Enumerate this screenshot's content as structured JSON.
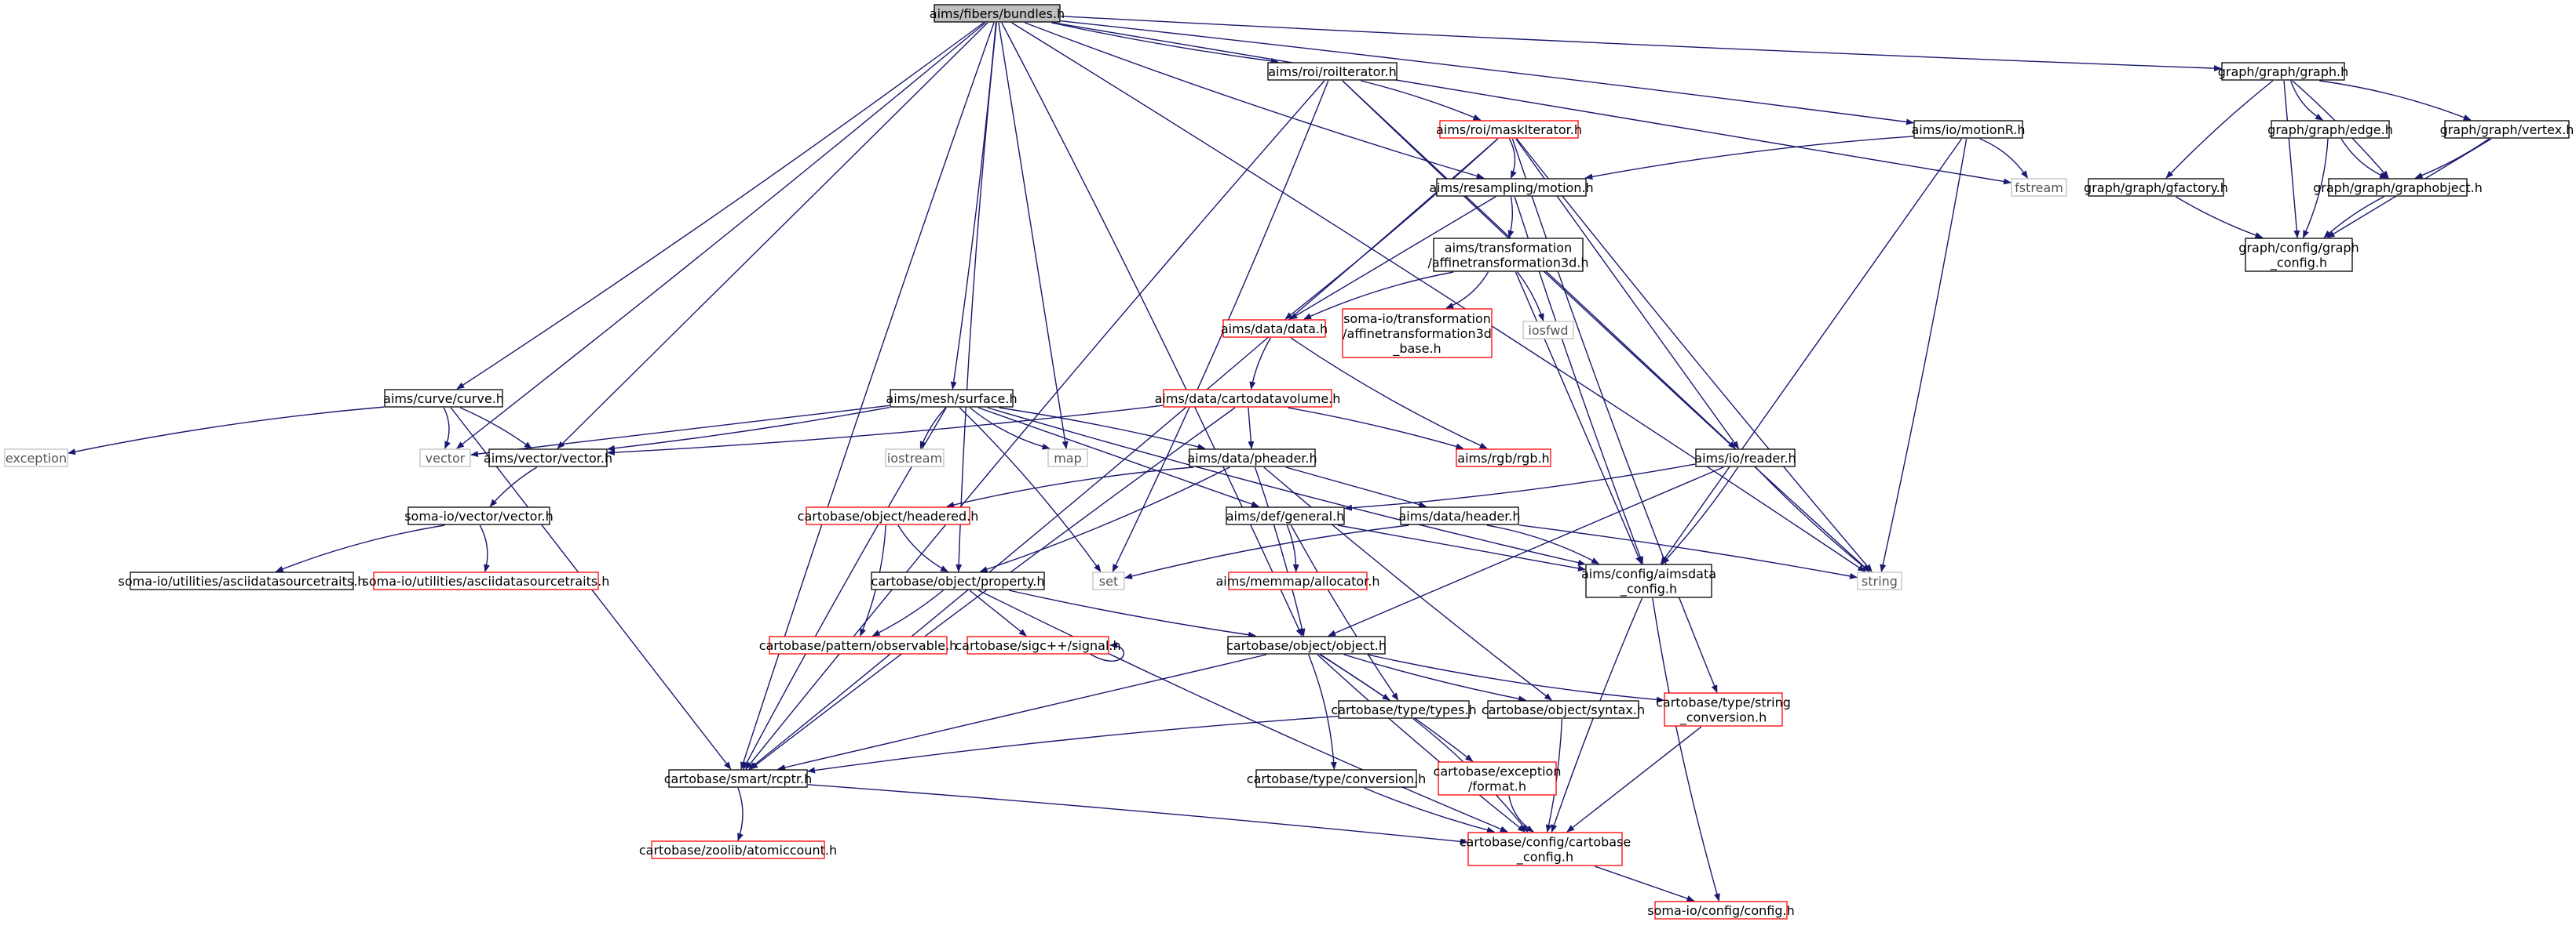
{
  "diagram": {
    "type": "include-dependency-graph",
    "colors": {
      "node_border": "#000000",
      "node_border_red": "#ff0000",
      "node_border_gray": "#bfbfbf",
      "root_fill": "#bfbfbf",
      "node_fill": "#ffffff",
      "edge": "#191970"
    },
    "nodes": [
      {
        "id": "bundles",
        "label": "aims/fibers/bundles.h",
        "style": "root"
      },
      {
        "id": "curve",
        "label": "aims/curve/curve.h",
        "style": "black"
      },
      {
        "id": "exception",
        "label": "exception",
        "style": "gray"
      },
      {
        "id": "vector",
        "label": "vector",
        "style": "gray"
      },
      {
        "id": "vectorh",
        "label": "aims/vector/vector.h",
        "style": "black"
      },
      {
        "id": "somavec",
        "label": "soma-io/vector/vector.h",
        "style": "black"
      },
      {
        "id": "ascii1",
        "label": "soma-io/utilities/asciidatasourcetraits.h",
        "style": "black"
      },
      {
        "id": "ascii2",
        "label": "soma-io/utilities/asciidatasourcetraits.h",
        "style": "red"
      },
      {
        "id": "surface",
        "label": "aims/mesh/surface.h",
        "style": "black"
      },
      {
        "id": "iostream",
        "label": "iostream",
        "style": "gray"
      },
      {
        "id": "map",
        "label": "map",
        "style": "gray"
      },
      {
        "id": "roiiter",
        "label": "aims/roi/roiIterator.h",
        "style": "black"
      },
      {
        "id": "maskiter",
        "label": "aims/roi/maskIterator.h",
        "style": "red"
      },
      {
        "id": "motion",
        "label": "aims/resampling/motion.h",
        "style": "black"
      },
      {
        "id": "affine",
        "label": [
          "aims/transformation",
          "/affinetransformation3d.h"
        ],
        "style": "black"
      },
      {
        "id": "somaaffine",
        "label": [
          "soma-io/transformation",
          "/affinetransformation3d",
          "_base.h"
        ],
        "style": "red"
      },
      {
        "id": "iosfwd",
        "label": "iosfwd",
        "style": "gray"
      },
      {
        "id": "data",
        "label": "aims/data/data.h",
        "style": "red"
      },
      {
        "id": "cartovol",
        "label": "aims/data/cartodatavolume.h",
        "style": "red"
      },
      {
        "id": "rgb",
        "label": "aims/rgb/rgb.h",
        "style": "red"
      },
      {
        "id": "pheader",
        "label": "aims/data/pheader.h",
        "style": "black"
      },
      {
        "id": "headered",
        "label": "cartobase/object/headered.h",
        "style": "red"
      },
      {
        "id": "property",
        "label": "cartobase/object/property.h",
        "style": "black"
      },
      {
        "id": "observable",
        "label": "cartobase/pattern/observable.h",
        "style": "red"
      },
      {
        "id": "signal",
        "label": "cartobase/sigc++/signal.h",
        "style": "red"
      },
      {
        "id": "general",
        "label": "aims/def/general.h",
        "style": "black"
      },
      {
        "id": "allocator",
        "label": "aims/memmap/allocator.h",
        "style": "red"
      },
      {
        "id": "header",
        "label": "aims/data/header.h",
        "style": "black"
      },
      {
        "id": "set",
        "label": "set",
        "style": "gray"
      },
      {
        "id": "aimsconfig",
        "label": [
          "aims/config/aimsdata",
          "_config.h"
        ],
        "style": "black"
      },
      {
        "id": "object",
        "label": "cartobase/object/object.h",
        "style": "black"
      },
      {
        "id": "types",
        "label": "cartobase/type/types.h",
        "style": "black"
      },
      {
        "id": "syntax",
        "label": "cartobase/object/syntax.h",
        "style": "black"
      },
      {
        "id": "strconv",
        "label": [
          "cartobase/type/string",
          "_conversion.h"
        ],
        "style": "red"
      },
      {
        "id": "conversion",
        "label": "cartobase/type/conversion.h",
        "style": "black"
      },
      {
        "id": "excformat",
        "label": [
          "cartobase/exception",
          "/format.h"
        ],
        "style": "red"
      },
      {
        "id": "rcptr",
        "label": "cartobase/smart/rcptr.h",
        "style": "black"
      },
      {
        "id": "atomic",
        "label": "cartobase/zoolib/atomiccount.h",
        "style": "red"
      },
      {
        "id": "cbconfig",
        "label": [
          "cartobase/config/cartobase",
          "_config.h"
        ],
        "style": "red"
      },
      {
        "id": "somaconfig",
        "label": "soma-io/config/config.h",
        "style": "red"
      },
      {
        "id": "reader",
        "label": "aims/io/reader.h",
        "style": "black"
      },
      {
        "id": "string",
        "label": "string",
        "style": "gray"
      },
      {
        "id": "motionr",
        "label": "aims/io/motionR.h",
        "style": "black"
      },
      {
        "id": "fstream",
        "label": "fstream",
        "style": "gray"
      },
      {
        "id": "graph",
        "label": "graph/graph/graph.h",
        "style": "black"
      },
      {
        "id": "gfactory",
        "label": "graph/graph/gfactory.h",
        "style": "black"
      },
      {
        "id": "edge",
        "label": "graph/graph/edge.h",
        "style": "black"
      },
      {
        "id": "vertex",
        "label": "graph/graph/vertex.h",
        "style": "black"
      },
      {
        "id": "graphobject",
        "label": "graph/graph/graphobject.h",
        "style": "black"
      },
      {
        "id": "graphconfig",
        "label": [
          "graph/config/graph",
          "_config.h"
        ],
        "style": "black"
      }
    ],
    "edges": [
      [
        "bundles",
        "curve"
      ],
      [
        "bundles",
        "vector"
      ],
      [
        "bundles",
        "vectorh"
      ],
      [
        "bundles",
        "rcptr"
      ],
      [
        "bundles",
        "property"
      ],
      [
        "bundles",
        "object"
      ],
      [
        "bundles",
        "surface"
      ],
      [
        "bundles",
        "map"
      ],
      [
        "bundles",
        "roiiter"
      ],
      [
        "bundles",
        "motion"
      ],
      [
        "bundles",
        "string"
      ],
      [
        "bundles",
        "motionr"
      ],
      [
        "bundles",
        "fstream"
      ],
      [
        "bundles",
        "graph"
      ],
      [
        "curve",
        "exception"
      ],
      [
        "curve",
        "vector"
      ],
      [
        "curve",
        "vectorh"
      ],
      [
        "curve",
        "rcptr"
      ],
      [
        "vectorh",
        "somavec"
      ],
      [
        "somavec",
        "ascii1"
      ],
      [
        "somavec",
        "ascii2"
      ],
      [
        "surface",
        "vectorh"
      ],
      [
        "surface",
        "vector"
      ],
      [
        "surface",
        "iostream"
      ],
      [
        "surface",
        "map"
      ],
      [
        "surface",
        "set"
      ],
      [
        "surface",
        "pheader"
      ],
      [
        "surface",
        "general"
      ],
      [
        "surface",
        "rcptr"
      ],
      [
        "surface",
        "aimsconfig"
      ],
      [
        "roiiter",
        "set"
      ],
      [
        "roiiter",
        "maskiter"
      ],
      [
        "roiiter",
        "reader"
      ],
      [
        "roiiter",
        "string"
      ],
      [
        "roiiter",
        "rcptr"
      ],
      [
        "maskiter",
        "motion"
      ],
      [
        "maskiter",
        "data"
      ],
      [
        "maskiter",
        "reader"
      ],
      [
        "maskiter",
        "string"
      ],
      [
        "maskiter",
        "strconv"
      ],
      [
        "maskiter",
        "rcptr"
      ],
      [
        "motion",
        "affine"
      ],
      [
        "motion",
        "data"
      ],
      [
        "motion",
        "aimsconfig"
      ],
      [
        "affine",
        "data"
      ],
      [
        "affine",
        "somaaffine"
      ],
      [
        "affine",
        "iosfwd"
      ],
      [
        "affine",
        "aimsconfig"
      ],
      [
        "data",
        "cartovol"
      ],
      [
        "data",
        "rgb"
      ],
      [
        "cartovol",
        "vectorh"
      ],
      [
        "cartovol",
        "rgb"
      ],
      [
        "cartovol",
        "pheader"
      ],
      [
        "cartovol",
        "rcptr"
      ],
      [
        "pheader",
        "headered"
      ],
      [
        "pheader",
        "property"
      ],
      [
        "pheader",
        "object"
      ],
      [
        "pheader",
        "header"
      ],
      [
        "pheader",
        "syntax"
      ],
      [
        "headered",
        "property"
      ],
      [
        "headered",
        "observable"
      ],
      [
        "property",
        "observable"
      ],
      [
        "property",
        "signal"
      ],
      [
        "property",
        "object"
      ],
      [
        "property",
        "cbconfig"
      ],
      [
        "signal",
        "signal"
      ],
      [
        "general",
        "allocator"
      ],
      [
        "general",
        "aimsconfig"
      ],
      [
        "general",
        "types"
      ],
      [
        "header",
        "set"
      ],
      [
        "header",
        "aimsconfig"
      ],
      [
        "header",
        "string"
      ],
      [
        "object",
        "types"
      ],
      [
        "object",
        "syntax"
      ],
      [
        "object",
        "strconv"
      ],
      [
        "object",
        "conversion"
      ],
      [
        "object",
        "excformat"
      ],
      [
        "object",
        "rcptr"
      ],
      [
        "object",
        "cbconfig"
      ],
      [
        "types",
        "rcptr"
      ],
      [
        "types",
        "cbconfig"
      ],
      [
        "syntax",
        "cbconfig"
      ],
      [
        "strconv",
        "cbconfig"
      ],
      [
        "conversion",
        "cbconfig"
      ],
      [
        "excformat",
        "cbconfig"
      ],
      [
        "rcptr",
        "atomic"
      ],
      [
        "rcptr",
        "cbconfig"
      ],
      [
        "cbconfig",
        "somaconfig"
      ],
      [
        "aimsconfig",
        "cbconfig"
      ],
      [
        "aimsconfig",
        "somaconfig"
      ],
      [
        "reader",
        "general"
      ],
      [
        "reader",
        "aimsconfig"
      ],
      [
        "reader",
        "object"
      ],
      [
        "reader",
        "string"
      ],
      [
        "motionr",
        "motion"
      ],
      [
        "motionr",
        "fstream"
      ],
      [
        "motionr",
        "string"
      ],
      [
        "motionr",
        "aimsconfig"
      ],
      [
        "graph",
        "gfactory"
      ],
      [
        "graph",
        "edge"
      ],
      [
        "graph",
        "vertex"
      ],
      [
        "graph",
        "graphobject"
      ],
      [
        "graph",
        "graphconfig"
      ],
      [
        "gfactory",
        "graphconfig"
      ],
      [
        "edge",
        "graphobject"
      ],
      [
        "edge",
        "graphconfig"
      ],
      [
        "vertex",
        "graphobject"
      ],
      [
        "vertex",
        "graphconfig"
      ],
      [
        "graphobject",
        "graphconfig"
      ]
    ]
  }
}
